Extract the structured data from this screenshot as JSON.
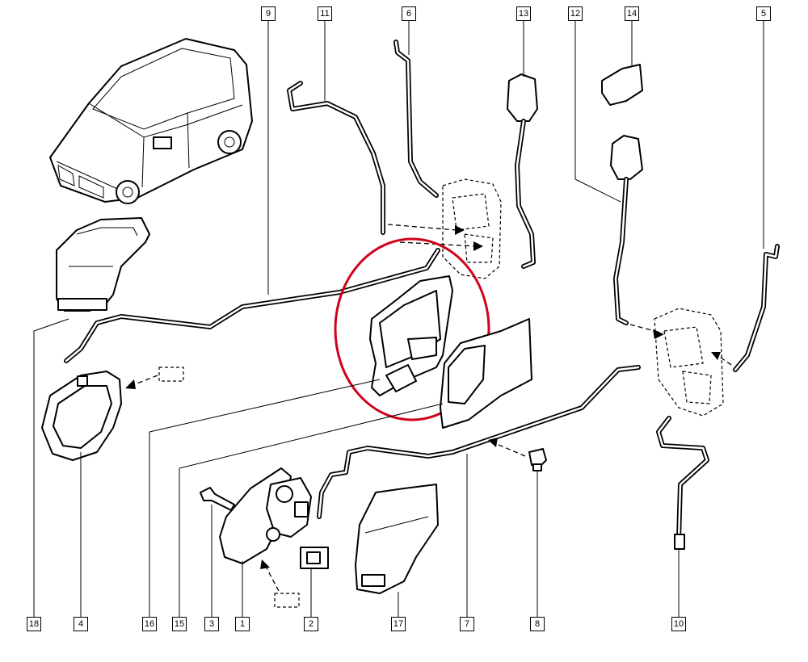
{
  "callouts": {
    "c1": "1",
    "c2": "2",
    "c3": "3",
    "c4": "4",
    "c5": "5",
    "c6": "6",
    "c7": "7",
    "c8": "8",
    "c9": "9",
    "c10": "10",
    "c11": "11",
    "c12": "12",
    "c13": "13",
    "c14": "14",
    "c15": "15",
    "c16": "16",
    "c17": "17",
    "c18": "18"
  },
  "colors": {
    "line": "#000000",
    "highlight": "#d0021b",
    "background": "#ffffff"
  }
}
